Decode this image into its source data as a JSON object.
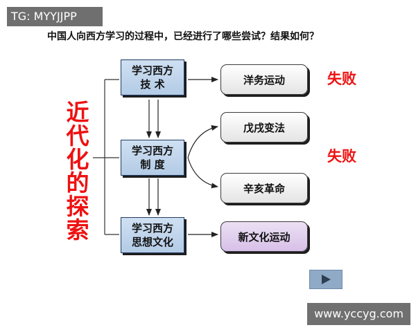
{
  "tag": "TG: MYYJJPP",
  "question": "中国人向西方学习的过程中，已经进行了哪些尝试？结果如何？",
  "vertical_title": [
    "近",
    "代",
    "化",
    "的",
    "探",
    "索"
  ],
  "stages": {
    "tech": {
      "line1": "学习西方",
      "line2": "技 术"
    },
    "system": {
      "line1": "学习西方",
      "line2": "制 度"
    },
    "culture": {
      "line1": "学习西方",
      "line2": "思想文化"
    }
  },
  "movements": {
    "yangwu": "洋务运动",
    "wuxu": "戊戌变法",
    "xinhai": "辛亥革命",
    "xinwenhua": "新文化运动"
  },
  "results": {
    "first": "失败",
    "second": "失败"
  },
  "watermark": "www.yccyg.com",
  "colors": {
    "accent_red": "#ee1111",
    "blue_box": "#c3d6ec",
    "purple_box": "#e2d0ee"
  },
  "icons": {
    "play": "play-triangle-icon"
  }
}
